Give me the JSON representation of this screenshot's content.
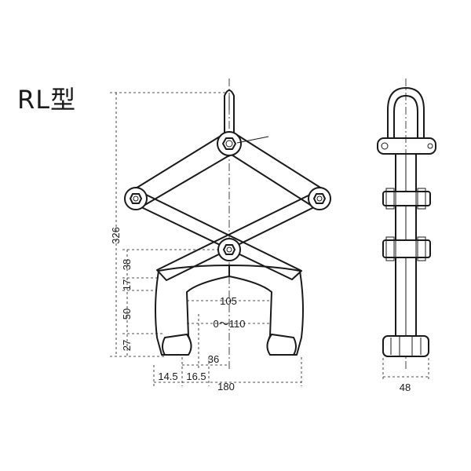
{
  "title": "RL型",
  "front_view": {
    "dimensions": {
      "overall_height": "326",
      "d38": "38",
      "d17": "17",
      "d50": "50",
      "d27": "27",
      "d105": "105",
      "opening": "0～110",
      "d36": "36",
      "d14_5": "14.5",
      "d16_5": "16.5",
      "overall_width": "180"
    }
  },
  "side_view": {
    "dimensions": {
      "width": "48"
    }
  }
}
